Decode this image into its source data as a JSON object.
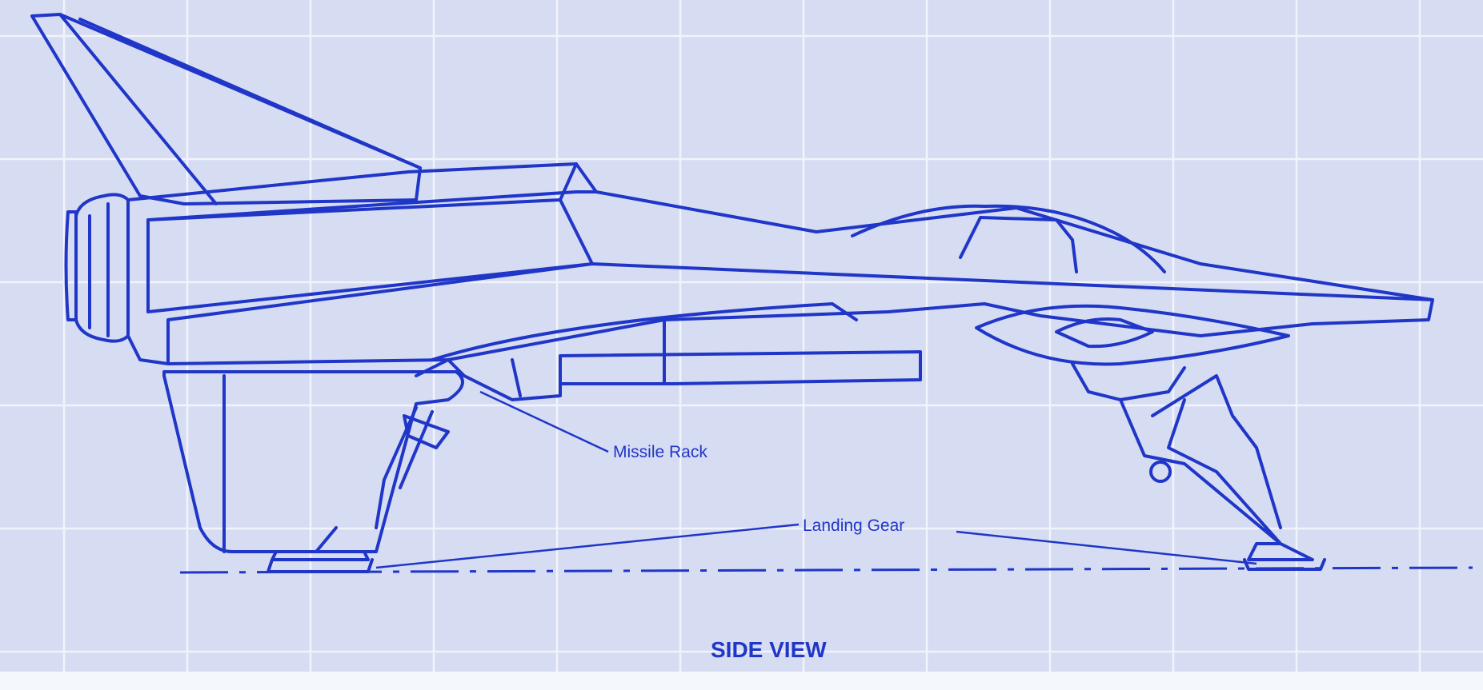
{
  "diagram": {
    "title": "SIDE VIEW",
    "callouts": {
      "missile_rack": "Missile Rack",
      "landing_gear": "Landing Gear"
    },
    "colors": {
      "ink": "#2036c8",
      "paper": "#d6dcf2",
      "grid": "#f2f4fc"
    }
  }
}
